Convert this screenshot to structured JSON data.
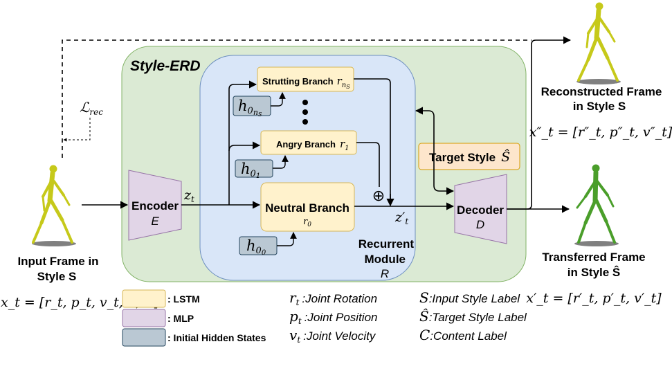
{
  "title": "Style-ERD",
  "loss_label": "ℒ",
  "loss_sub": "rec",
  "input": {
    "label_line1": "Input Frame in",
    "label_line2": "Style S",
    "formula": "x_t = [r_t, p_t, v_t, S, C]"
  },
  "encoder": {
    "name": "Encoder",
    "symbol": "E"
  },
  "latent": {
    "z": "z",
    "z_sub": "t",
    "z_prime": "z′",
    "z_prime_sub": "t"
  },
  "recurrent": {
    "line1": "Recurrent",
    "line2": "Module",
    "symbol": "R"
  },
  "branches": {
    "strutting": {
      "label": "Strutting Branch",
      "sym": "r",
      "sub": "n",
      "subsub": "S"
    },
    "angry": {
      "label": "Angry Branch",
      "sym": "r",
      "sub": "1"
    },
    "neutral": {
      "label": "Neutral Branch",
      "sym": "r",
      "sub": "0"
    }
  },
  "hidden": {
    "h_ns": {
      "sym": "h",
      "sub": "0",
      "subsub": "n",
      "subsubsub": "S"
    },
    "h1": {
      "sym": "h",
      "sub": "0",
      "subsub": "1"
    },
    "h0": {
      "sym": "h",
      "sub": "0",
      "subsub": "0"
    }
  },
  "plus": "⊕",
  "target_style": {
    "label": "Target Style",
    "sym": "Ŝ"
  },
  "decoder": {
    "name": "Decoder",
    "symbol": "D"
  },
  "reconstructed": {
    "line1": "Reconstructed Frame",
    "line2": "in Style S",
    "formula": "x″_t = [r″_t, p″_t, v″_t]"
  },
  "transferred": {
    "line1": "Transferred Frame",
    "line2": "in Style Ŝ",
    "formula": "x′_t = [r′_t, p′_t, v′_t]"
  },
  "legend": [
    {
      "label": ": LSTM"
    },
    {
      "label": ": MLP"
    },
    {
      "label": ": Initial Hidden States"
    }
  ],
  "notation": [
    {
      "sym": "r",
      "sub": "t",
      "text": ":Joint Rotation"
    },
    {
      "sym": "p",
      "sub": "t",
      "text": ":Joint Position"
    },
    {
      "sym": "v",
      "sub": "t",
      "text": ":Joint Velocity"
    },
    {
      "sym": "S",
      "sub": "",
      "text": ":Input Style Label"
    },
    {
      "sym": "Ŝ",
      "sub": "",
      "text": ":Target Style Label"
    },
    {
      "sym": "C",
      "sub": "",
      "text": ":Content Label"
    }
  ],
  "colors": {
    "style_erd_bg": "#dbead4",
    "style_erd_border": "#82b366",
    "recurrent_bg": "#d9e6f8",
    "recurrent_border": "#6c8ebf",
    "lstm_fill": "#fff2cc",
    "lstm_border": "#d6b656",
    "mlp_fill": "#e1d5e7",
    "mlp_border": "#9673a6",
    "hidden_fill": "#bac8d3",
    "hidden_border": "#23445d",
    "target_fill": "#fde6cc",
    "target_border": "#d79b00",
    "figure_yellow": "#c6c91a",
    "figure_green": "#4a9e2a"
  }
}
